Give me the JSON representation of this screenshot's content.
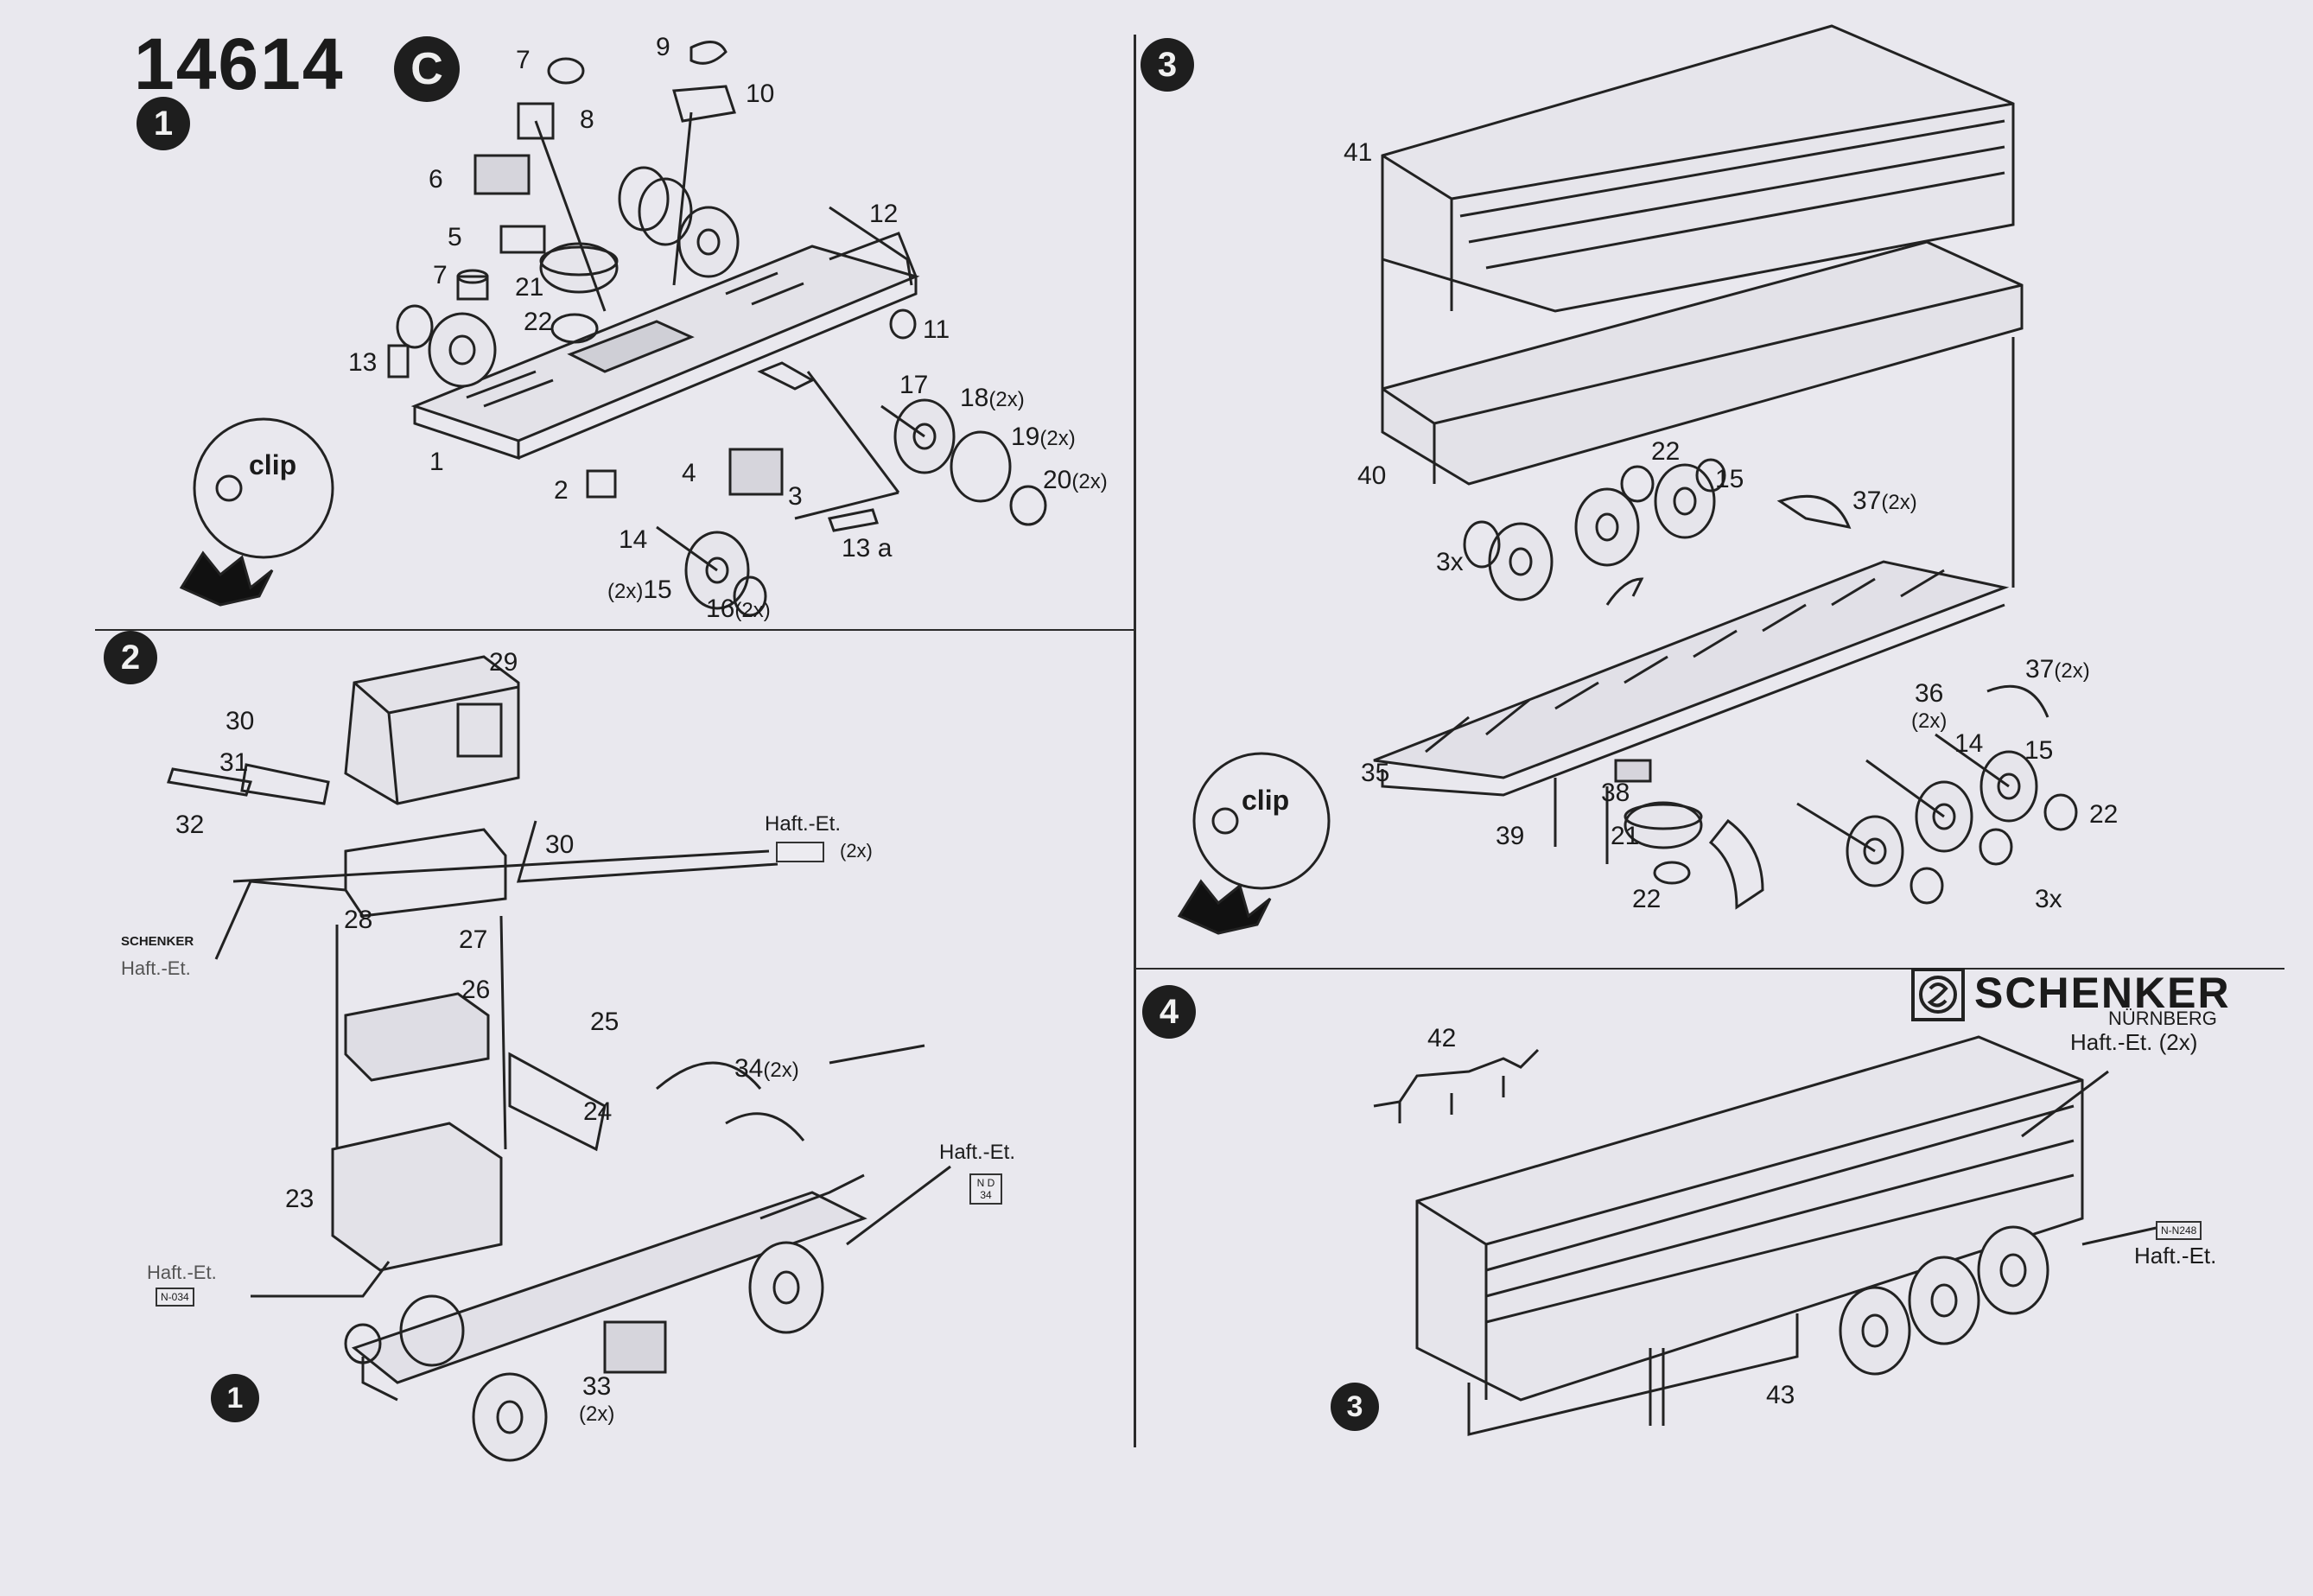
{
  "header": {
    "kit_number": "14614",
    "variant": "C"
  },
  "steps": {
    "s1": "1",
    "s2": "2",
    "s3": "3",
    "s4": "4",
    "ref1": "1",
    "ref3": "3"
  },
  "clip_label": "clip",
  "brand": {
    "name": "SCHENKER",
    "city": "NÜRNBERG",
    "decal": "Haft.-Et. (2x)"
  },
  "decals": {
    "haft_et": "Haft.-Et.",
    "haft_et_dot": "Haft.-Et.",
    "haft_et_2x": "(2x)",
    "schenker_small": "SCHENKER",
    "schenker_haft": "Haft.-Et.",
    "n034": "N-034",
    "n_d34": "N D 34",
    "n248": "N-N248"
  },
  "parts_step1": [
    "1",
    "2",
    "3",
    "4",
    "5",
    "6",
    "7",
    "7",
    "8",
    "9",
    "10",
    "11",
    "12",
    "13",
    "13 a",
    "14",
    "15",
    "16",
    "17",
    "18",
    "19",
    "20",
    "21",
    "22"
  ],
  "mult": {
    "x2": "(2x)",
    "x3": "3x"
  },
  "parts_step2": [
    "23",
    "24",
    "25",
    "26",
    "27",
    "28",
    "29",
    "30",
    "30",
    "31",
    "32",
    "33",
    "34"
  ],
  "parts_step3": [
    "14",
    "15",
    "15",
    "21",
    "22",
    "22",
    "22",
    "35",
    "36",
    "37",
    "37",
    "38",
    "39",
    "40",
    "41"
  ],
  "parts_step4": [
    "42",
    "43"
  ]
}
